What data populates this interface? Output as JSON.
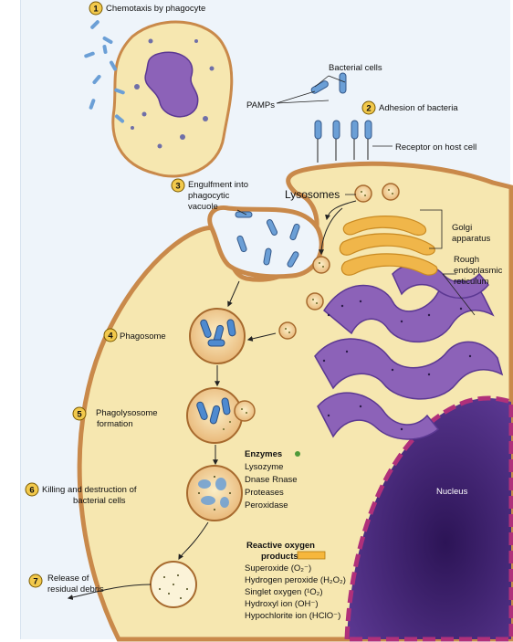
{
  "steps": {
    "s1": {
      "num": "1",
      "label": "Chemotaxis by phagocyte"
    },
    "s2": {
      "num": "2",
      "label": "Adhesion of bacteria"
    },
    "s3": {
      "num": "3",
      "line1": "Engulfment into",
      "line2": "phagocytic",
      "line3": "vacuole"
    },
    "s4": {
      "num": "4",
      "label": "Phagosome"
    },
    "s5": {
      "num": "5",
      "line1": "Phagolysosome",
      "line2": "formation"
    },
    "s6": {
      "num": "6",
      "line1": "Killing and destruction of",
      "line2": "bacterial cells"
    },
    "s7": {
      "num": "7",
      "line1": "Release of",
      "line2": "residual debris"
    }
  },
  "labels": {
    "bacterial_cells": "Bacterial cells",
    "pamps": "PAMPs",
    "receptor": "Receptor on host cell",
    "lysosomes": "Lysosomes",
    "golgi1": "Golgi",
    "golgi2": "apparatus",
    "rer1": "Rough",
    "rer2": "endoplasmic",
    "rer3": "reticulum",
    "nucleus": "Nucleus"
  },
  "enzymes": {
    "title": "Enzymes",
    "items": [
      "Lysozyme",
      "Dnase Rnase",
      "Proteases",
      "Peroxidase"
    ]
  },
  "ros": {
    "title1": "Reactive oxygen",
    "title2": "products",
    "items": [
      "Superoxide (O₂⁻)",
      "Hydrogen peroxide (H₂O₂)",
      "Singlet oxygen (¹O₂)",
      "Hydroxyl ion (OH⁻)",
      "Hypochlorite ion (HClO⁻)"
    ]
  },
  "colors": {
    "cytoplasm": "#f6e7b0",
    "membrane": "#c9894a",
    "bacteria": "#6b9fd6",
    "nucleus": "#4b2a7a",
    "er": "#8c62b8",
    "golgi": "#f0b64a",
    "badge": "#f2c94c"
  }
}
